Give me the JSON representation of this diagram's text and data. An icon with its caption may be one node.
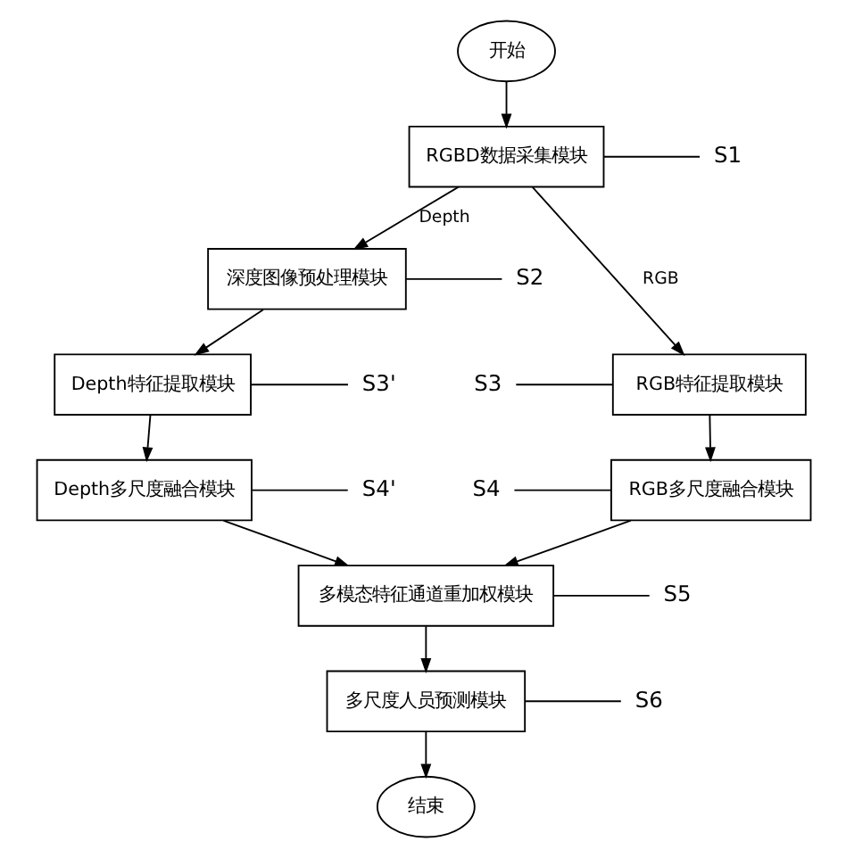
{
  "diagram": {
    "nodes": [
      {
        "text": [
          "开始"
        ]
      },
      {
        "text": [
          "S1"
        ]
      },
      {
        "text": [
          "RGBD数据采集模块"
        ]
      },
      {
        "text": [
          "S2"
        ]
      },
      {
        "text": [
          "深度图像预处理模块"
        ]
      },
      {
        "text": [
          "S3"
        ]
      },
      {
        "text": [
          "RGB特征提取模块"
        ]
      },
      {
        "text": [
          "S3'"
        ]
      },
      {
        "text": [
          "Depth特征提取模块"
        ]
      },
      {
        "text": [
          "S4"
        ]
      },
      {
        "text": [
          "RGB多尺度融合模块"
        ]
      },
      {
        "text": [
          "S4'"
        ]
      },
      {
        "text": [
          "Depth多尺度融合模块"
        ]
      },
      {
        "text": [
          "S5"
        ]
      },
      {
        "text": [
          "多模态特征通道重加权模块"
        ]
      },
      {
        "text": [
          "S6"
        ]
      },
      {
        "text": [
          "多尺度人员预测模块"
        ]
      },
      {
        "text": [
          "结束"
        ]
      }
    ],
    "edges": [
      {
        "from": 0,
        "to": 2,
        "arrow": "to"
      },
      {
        "from": 2,
        "to": 6,
        "arrow": "to",
        "label": "RGB"
      },
      {
        "from": 2,
        "to": 4,
        "arrow": "to",
        "label": "Depth"
      },
      {
        "from": 4,
        "to": 8,
        "arrow": "to"
      },
      {
        "from": 6,
        "to": 10,
        "arrow": "to"
      },
      {
        "from": 8,
        "to": 12,
        "arrow": "to"
      },
      {
        "from": 10,
        "to": 14,
        "arrow": "to"
      },
      {
        "from": 12,
        "to": 14,
        "arrow": "to"
      },
      {
        "from": 14,
        "to": 16,
        "arrow": "to"
      },
      {
        "from": 16,
        "to": 17,
        "arrow": "to"
      },
      {
        "from": 2,
        "to": 1,
        "arrow": "none"
      },
      {
        "from": 4,
        "to": 3,
        "arrow": "none"
      },
      {
        "from": 5,
        "to": 6,
        "arrow": "none"
      },
      {
        "from": 8,
        "to": 7,
        "arrow": "none"
      },
      {
        "from": 9,
        "to": 10,
        "arrow": "none"
      },
      {
        "from": 12,
        "to": 11,
        "arrow": "none"
      },
      {
        "from": 14,
        "to": 13,
        "arrow": "none"
      },
      {
        "from": 16,
        "to": 15,
        "arrow": "none"
      }
    ]
  }
}
